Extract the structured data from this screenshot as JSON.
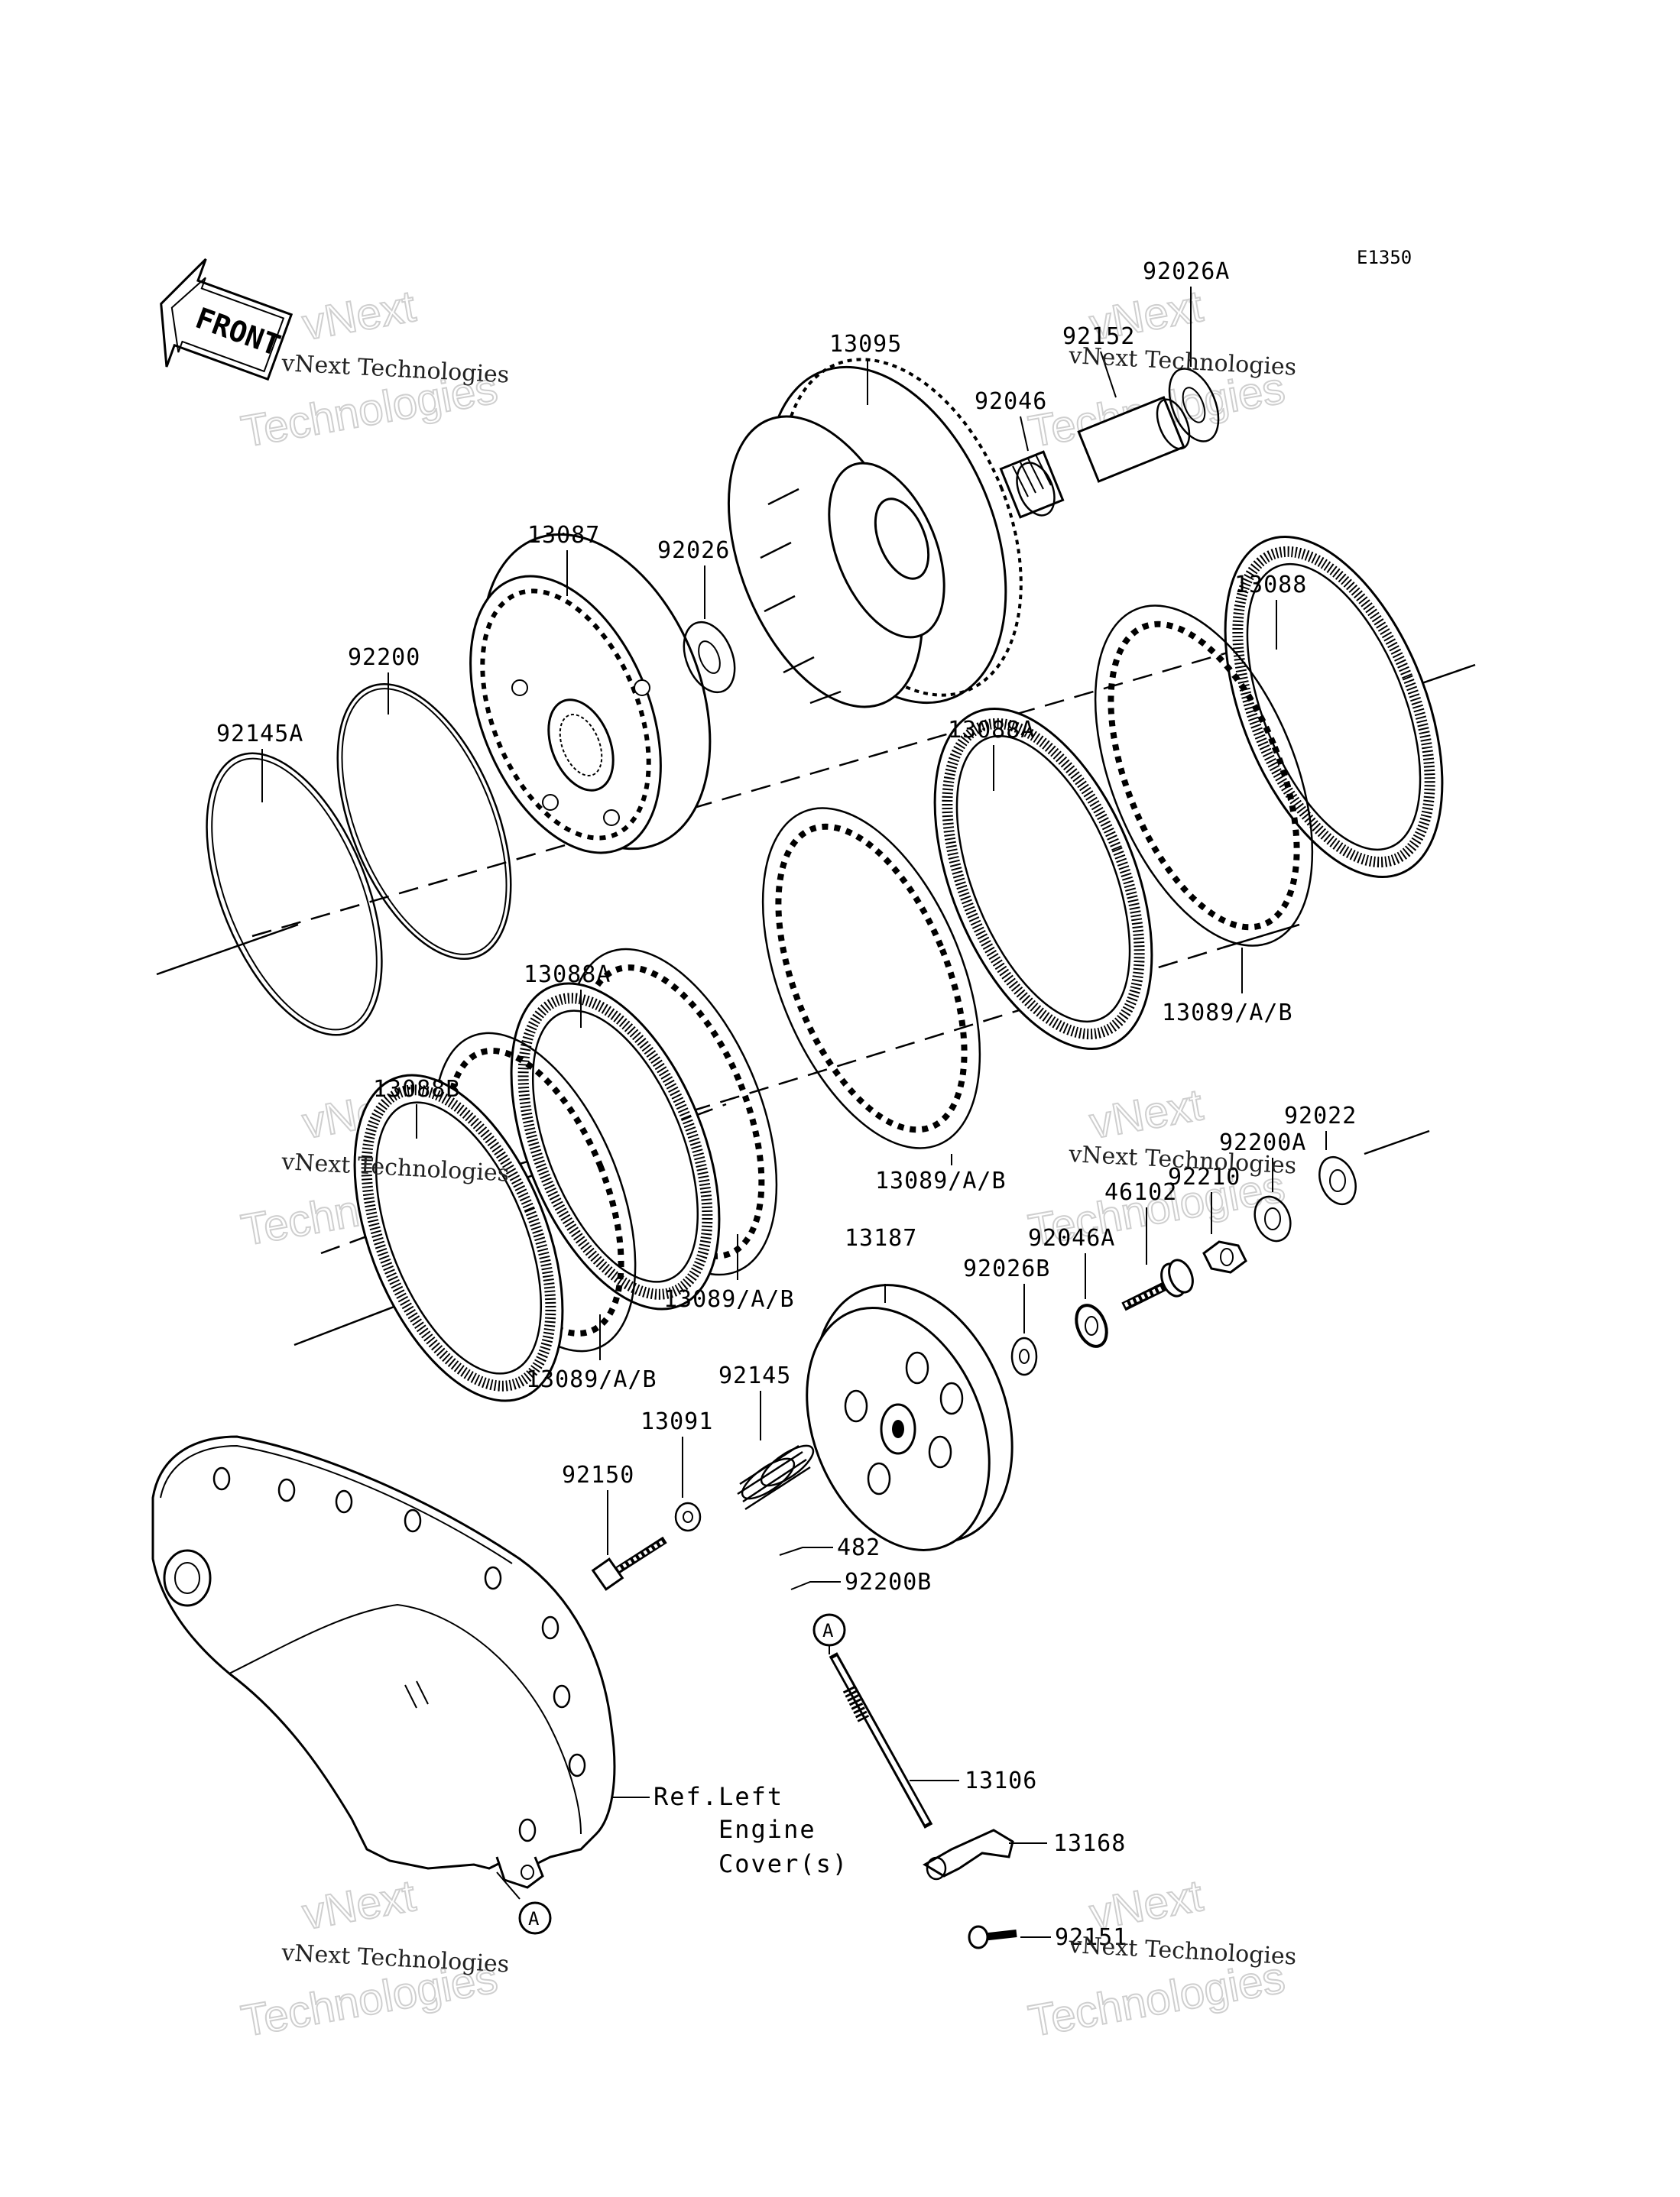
{
  "diagram": {
    "code": "E1350",
    "front_label": "FRONT",
    "callout_a": "A",
    "labels": {
      "p13095": "13095",
      "p92046": "92046",
      "p92152": "92152",
      "p92026A": "92026A",
      "p13087": "13087",
      "p92026": "92026",
      "p92200": "92200",
      "p92145A": "92145A",
      "p13088": "13088",
      "p13088A_top": "13088A",
      "p13089_r": "13089/A/B",
      "p13088A_left": "13088A",
      "p13088B": "13088B",
      "p13089_mid": "13089/A/B",
      "p13089_l2": "13089/A/B",
      "p13089_l1": "13089/A/B",
      "p92022": "92022",
      "p92200A": "92200A",
      "p92210": "92210",
      "p46102": "46102",
      "p92046A": "92046A",
      "p92026B": "92026B",
      "p13187": "13187",
      "p92145": "92145",
      "p13091": "13091",
      "p92150": "92150",
      "p482": "482",
      "p92200B": "92200B",
      "p13106": "13106",
      "p13168": "13168",
      "p92151": "92151"
    },
    "ref_lines": [
      "Ref.Left",
      "Engine",
      "Cover(s)"
    ]
  },
  "watermark": {
    "line1": "vNext",
    "line2": "vNext Technologies",
    "line3": "Technologies"
  }
}
